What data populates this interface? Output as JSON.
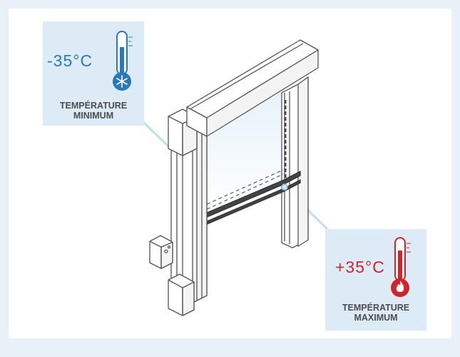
{
  "min_card": {
    "value": "-35°C",
    "label_line1": "TEMPÉRATURE",
    "label_line2": "MINIMUM",
    "accent": "#2a79b8",
    "icon": "snowflake-thermometer-icon"
  },
  "max_card": {
    "value": "+35°C",
    "label_line1": "TEMPÉRATURE",
    "label_line2": "MAXIMUM",
    "accent": "#d3232a",
    "icon": "flame-thermometer-icon"
  },
  "colors": {
    "background": "#e8f1f8",
    "card": "#dcebf6",
    "line": "#555555",
    "callout": "#bfe0f0"
  },
  "illustration": "rolling-door-icon"
}
